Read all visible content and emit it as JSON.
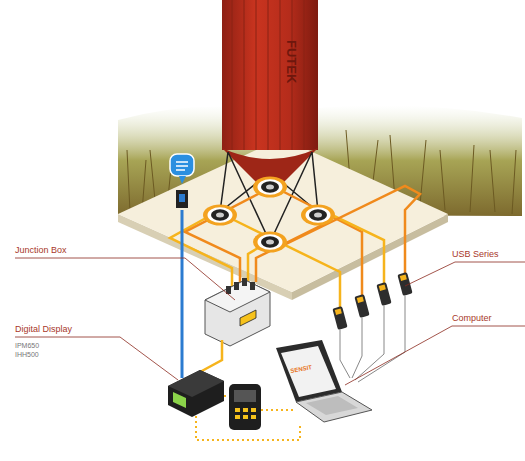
{
  "diagram": {
    "labels": [
      "FUTEK",
      "Junction Box",
      "Digital Display",
      "IPM650",
      "IHH500",
      "USB Series",
      "Computer",
      "SENSIT"
    ]
  }
}
